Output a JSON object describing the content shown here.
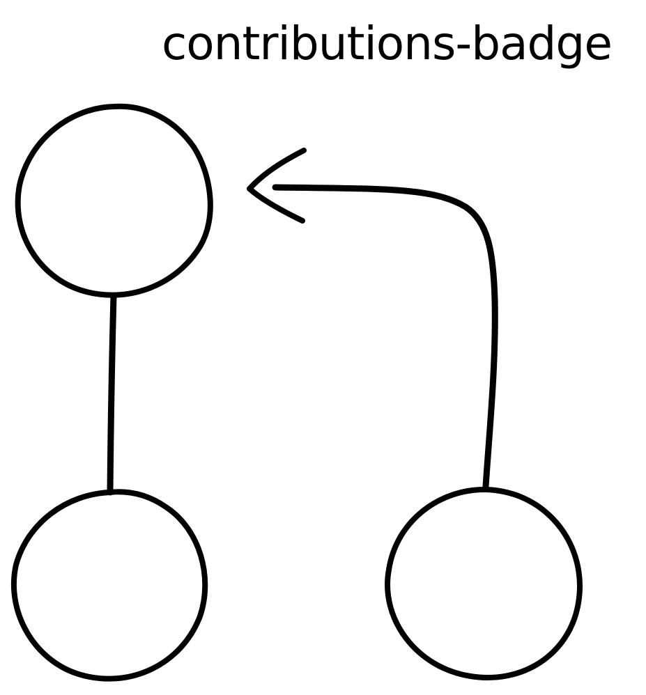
{
  "diagram": {
    "title": "contributions-badge",
    "stroke_color": "#000000",
    "background": "#ffffff",
    "nodes": [
      {
        "id": "top-left",
        "label": ""
      },
      {
        "id": "bottom-left",
        "label": ""
      },
      {
        "id": "bottom-right",
        "label": ""
      }
    ],
    "edges": [
      {
        "from": "top-left",
        "to": "bottom-left",
        "kind": "line"
      },
      {
        "from": "bottom-right",
        "to": "top-left",
        "kind": "arrow"
      }
    ]
  }
}
